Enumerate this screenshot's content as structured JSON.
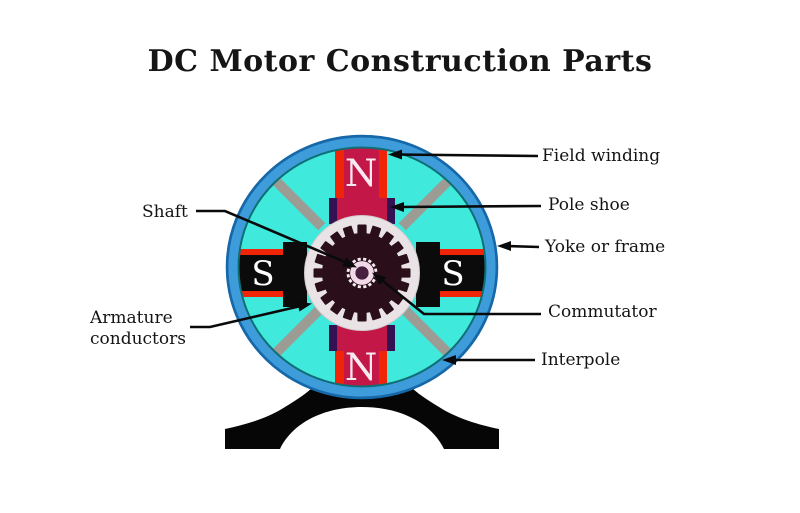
{
  "title": "DC Motor Construction Parts",
  "labels": {
    "field_winding": "Field winding",
    "pole_shoe": "Pole shoe",
    "yoke": "Yoke or frame",
    "commutator": "Commutator",
    "interpole": "Interpole",
    "shaft": "Shaft",
    "armature_conductors": "Armature conductors"
  },
  "poles": {
    "top": "N",
    "bottom": "N",
    "left": "S",
    "right": "S"
  },
  "colors": {
    "stator_core_cyan": "#3FE9DC",
    "yoke_blue": "#3E9CDB",
    "yoke_outline": "#1668A9",
    "yoke_inner_line": "#0F6F75",
    "field_winding_red": "#F02508",
    "pole_core_crimson": "#C31747",
    "pole_shoe_edge_indigo": "#321253",
    "pole_black": "#0B0B0B",
    "interpole_gray": "#9C9C95",
    "armature_ring_white": "#EAE3E6",
    "armature_core_dark": "#2A0F1B",
    "commutator_pink": "#F2D9E7",
    "shaft_plum": "#48203F",
    "base_black": "#060606",
    "label_text": "#141414"
  }
}
